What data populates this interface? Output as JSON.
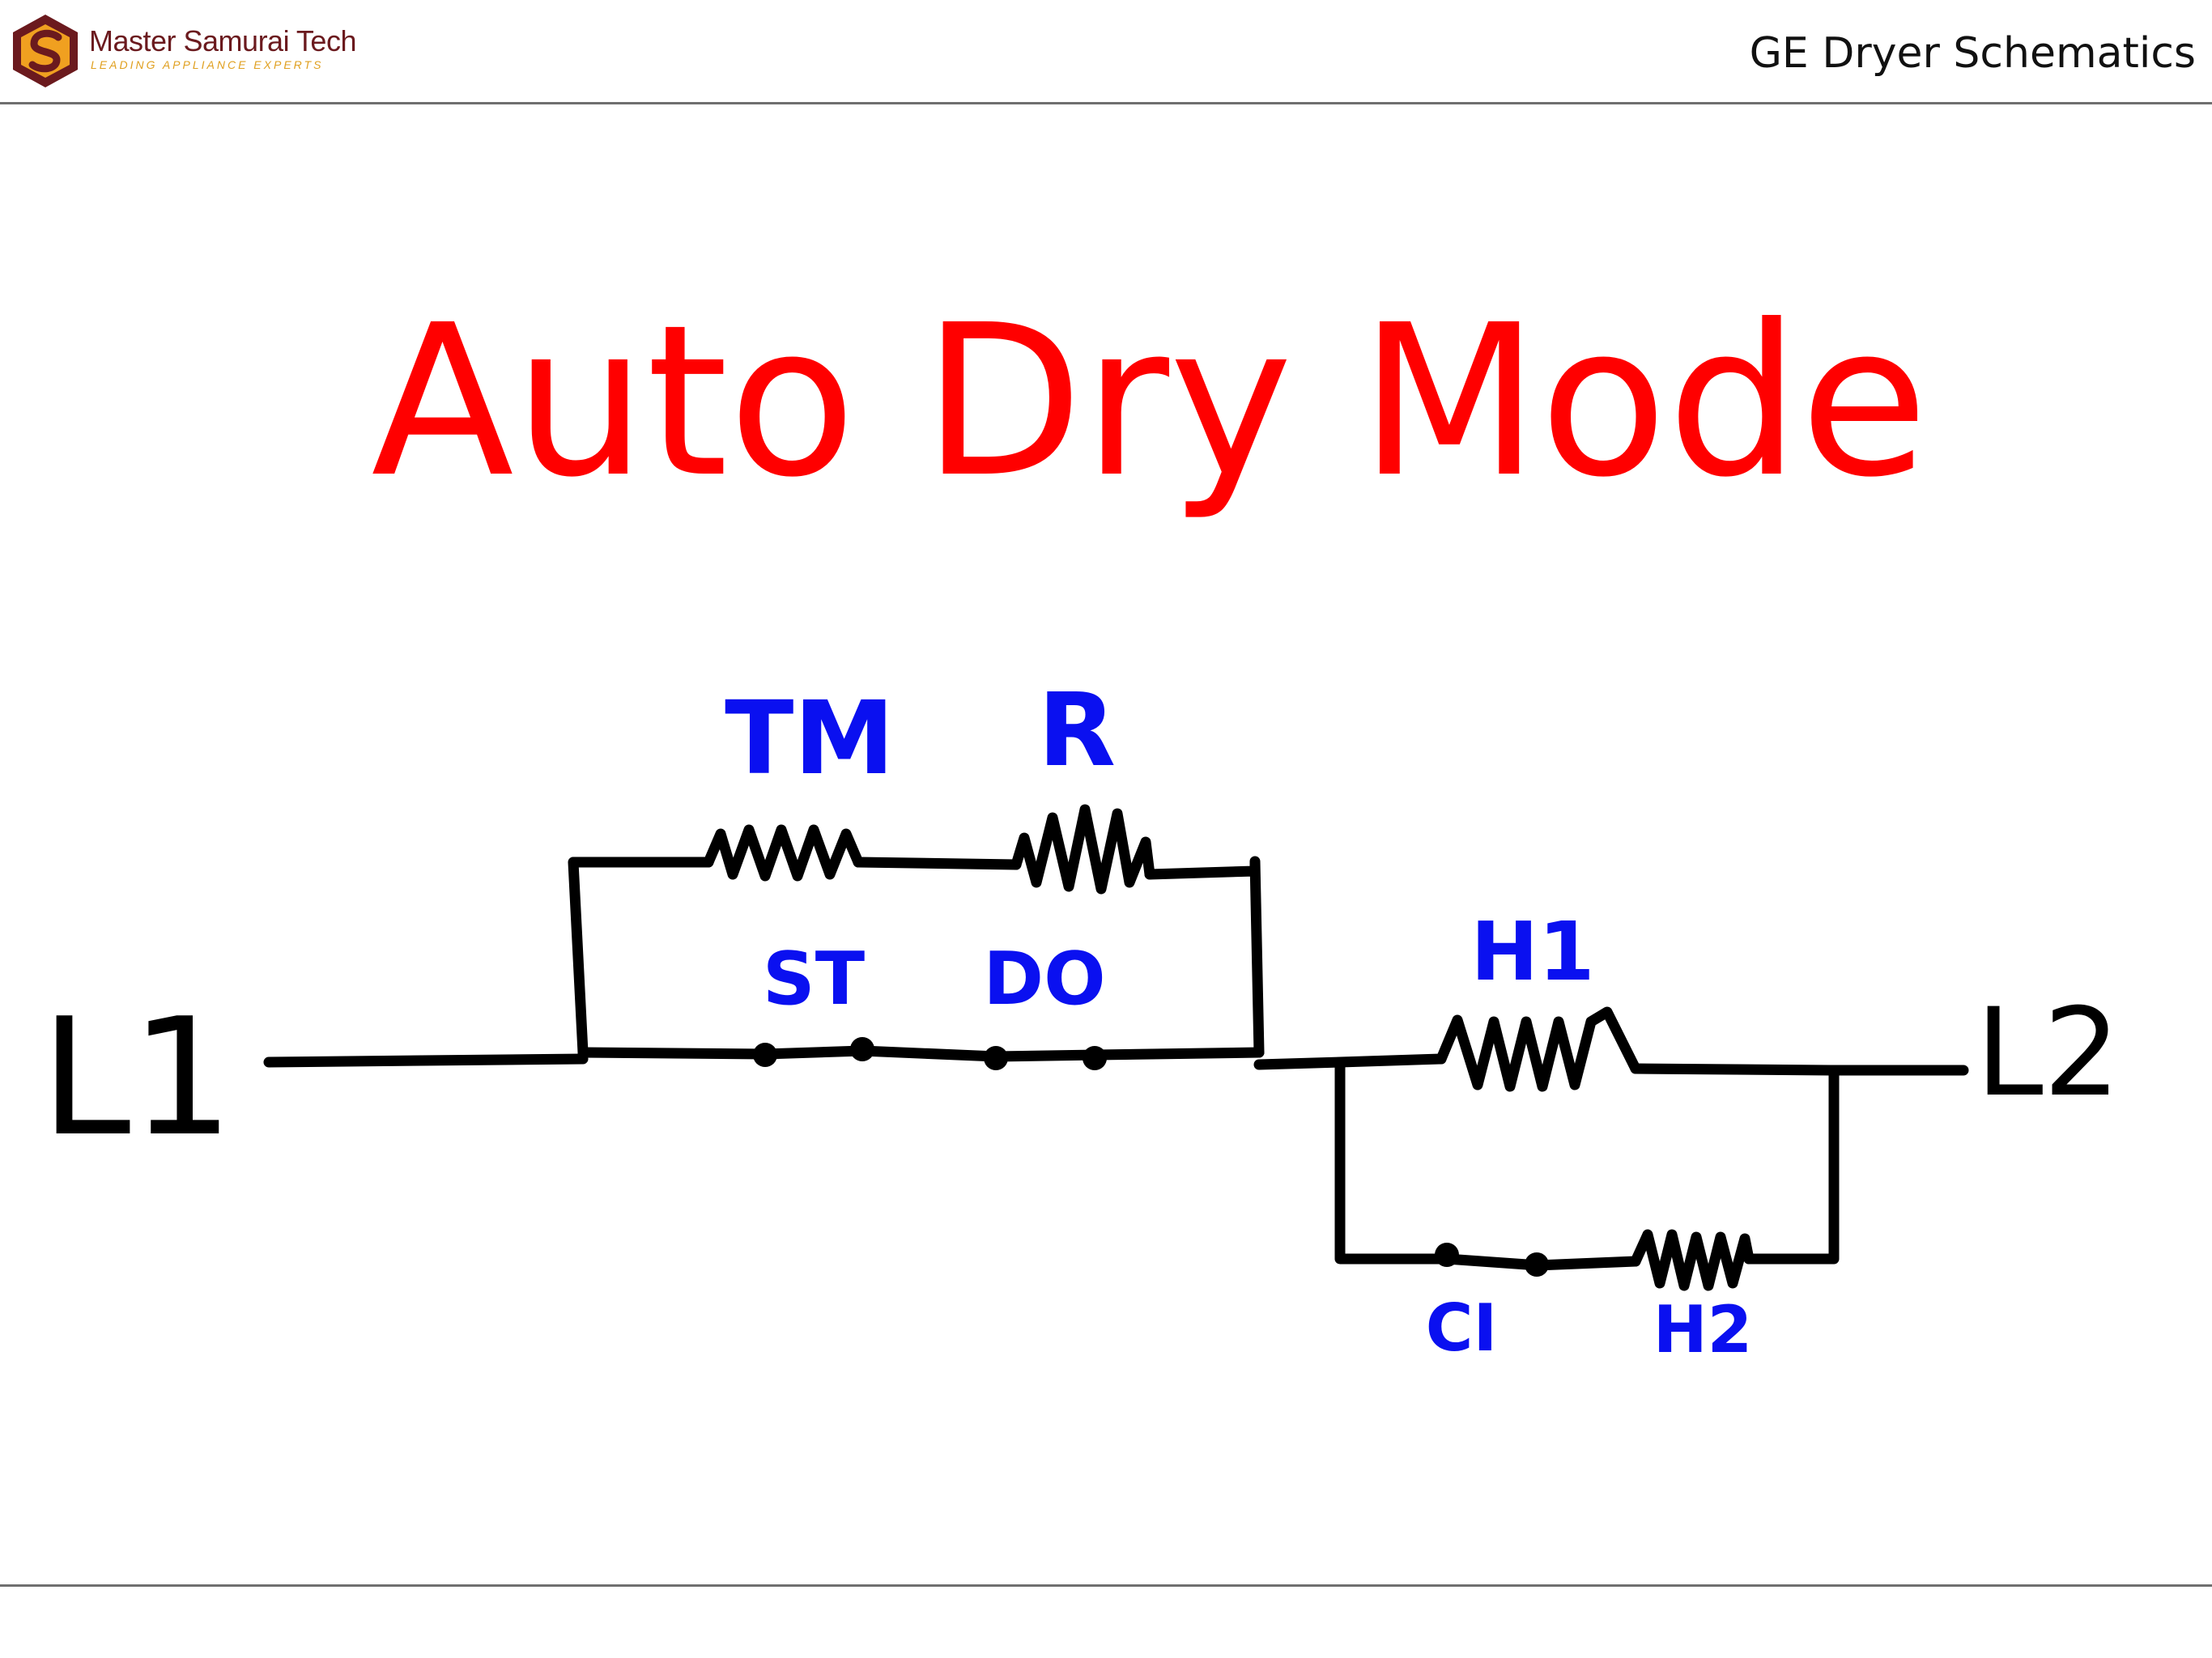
{
  "header": {
    "brand_name": "Master Samurai Tech",
    "brand_tagline": "LEADING APPLIANCE EXPERTS",
    "doc_title": "GE Dryer Schematics",
    "logo_icon": "hexagon-s-logo-icon",
    "logo_colors": {
      "outer": "#6b1a1e",
      "inner": "#f0a020"
    }
  },
  "diagram": {
    "title": "Auto Dry Mode",
    "title_color": "#ff0000",
    "label_color": "#0a10f0",
    "line_color": "#000000",
    "terminals": {
      "left": "L1",
      "right": "L2"
    },
    "components": {
      "tm": "TM",
      "r": "R",
      "st": "ST",
      "do": "DO",
      "h1": "H1",
      "c1": "CI",
      "h2": "H2"
    }
  }
}
